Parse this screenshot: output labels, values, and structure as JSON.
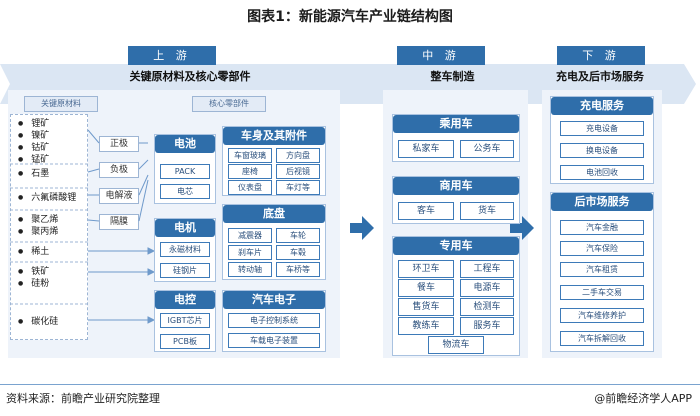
{
  "title": "图表1：新能源汽车产业链结构图",
  "stages": {
    "upstream": "上 游",
    "midstream": "中 游",
    "downstream": "下 游"
  },
  "bands": {
    "upstream": "关键原材料及核心零部件",
    "midstream": "整车制造",
    "downstream": "充电及后市场服务"
  },
  "upstream": {
    "raw_label": "关键原材料",
    "core_label": "核心零部件",
    "raw_groups": [
      [
        "锂矿",
        "镍矿",
        "钴矿",
        "锰矿"
      ],
      [
        "石墨"
      ],
      [
        "六氟磷酸锂"
      ],
      [
        "聚乙烯",
        "聚丙烯"
      ],
      [
        "稀土"
      ],
      [
        "铁矿",
        "硅粉"
      ],
      [
        "碳化硅"
      ]
    ],
    "battery_parts": [
      "正极",
      "负极",
      "电解液",
      "隔膜"
    ],
    "battery": {
      "title": "电池",
      "items": [
        "PACK",
        "电芯"
      ]
    },
    "motor": {
      "title": "电机",
      "items": [
        "永磁材料",
        "硅钢片"
      ]
    },
    "control": {
      "title": "电控",
      "items": [
        "IGBT芯片",
        "PCB板"
      ]
    },
    "body": {
      "title": "车身及其附件",
      "items": [
        "车窗玻璃",
        "方向盘",
        "座椅",
        "后视镜",
        "仪表盘",
        "车灯等"
      ]
    },
    "chassis": {
      "title": "底盘",
      "items": [
        "减震器",
        "车轮",
        "刹车片",
        "车毂",
        "转动轴",
        "车桥等"
      ]
    },
    "electronics": {
      "title": "汽车电子",
      "items": [
        "电子控制系统",
        "车载电子装置"
      ]
    }
  },
  "midstream": {
    "passenger": {
      "title": "乘用车",
      "items": [
        "私家车",
        "公务车"
      ]
    },
    "commercial": {
      "title": "商用车",
      "items": [
        "客车",
        "货车"
      ]
    },
    "special": {
      "title": "专用车",
      "items": [
        "环卫车",
        "工程车",
        "餐车",
        "电源车",
        "售货车",
        "检测车",
        "教练车",
        "服务车",
        "物流车"
      ]
    }
  },
  "downstream": {
    "charging": {
      "title": "充电服务",
      "items": [
        "充电设备",
        "换电设备",
        "电池回收"
      ]
    },
    "aftermarket": {
      "title": "后市场服务",
      "items": [
        "汽车金融",
        "汽车保险",
        "汽车租赁",
        "二手车交易",
        "汽车维修养护",
        "汽车拆解回收"
      ]
    }
  },
  "footer": {
    "source": "资料来源：前瞻产业研究院整理",
    "brand": "@前瞻经济学人APP"
  },
  "colors": {
    "primary": "#2f6eaa",
    "panel": "#eef3fa",
    "arrow": "#2f6eaa"
  }
}
